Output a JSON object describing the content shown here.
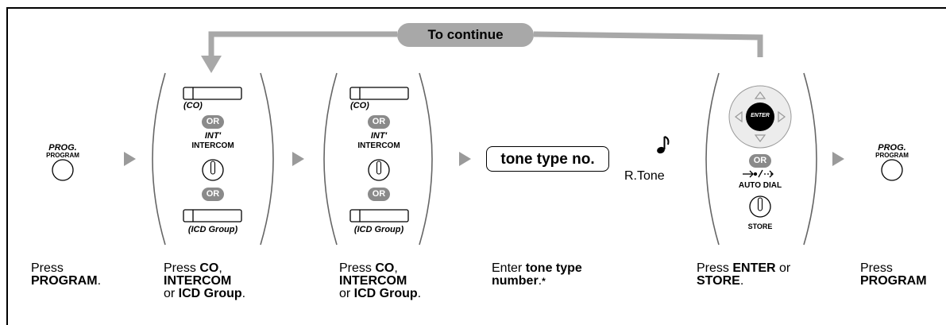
{
  "continue_label": "To continue",
  "or_label": "OR",
  "prog_top": "PROG.",
  "prog_bottom": "PROGRAM",
  "co_label": "(CO)",
  "int_label": "INT'",
  "intercom_label": "INTERCOM",
  "icd_label": "(ICD Group)",
  "tone_box": "tone type no.",
  "rtone": "R.Tone",
  "enter_key": "ENTER",
  "auto_dial": "AUTO DIAL",
  "store": "STORE",
  "steps": [
    {
      "l1a": "Press",
      "l2b": "PROGRAM",
      "l2c": "."
    },
    {
      "l1a": "Press ",
      "l1b": "CO",
      "l1c": ",",
      "l2b": "INTERCOM",
      "l3a": "or ",
      "l3b": "ICD Group",
      "l3c": "."
    },
    {
      "l1a": "Press ",
      "l1b": "CO",
      "l1c": ",",
      "l2b": "INTERCOM",
      "l3a": "or ",
      "l3b": "ICD Group",
      "l3c": "."
    },
    {
      "l1a": "Enter ",
      "l1b": "tone type",
      "l2b": "number",
      "l2c": ".",
      "l2d": "*"
    },
    {
      "l1a": "Press ",
      "l1b": "ENTER",
      "l1c": " or",
      "l2b": "STORE",
      "l2c": "."
    },
    {
      "l1a": "Press",
      "l2b": "PROGRAM"
    }
  ]
}
